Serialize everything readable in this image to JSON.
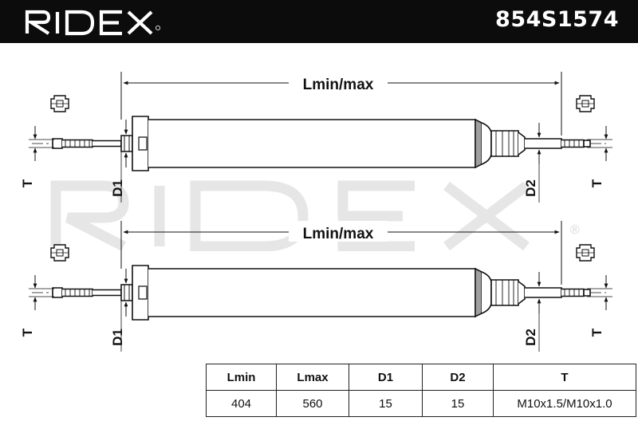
{
  "brand": {
    "logo_text": "RIDEX"
  },
  "header": {
    "part_number": "854S1574"
  },
  "drawing": {
    "dimension_length": "Lmin/max",
    "label_d1": "D1",
    "label_d2": "D2",
    "label_t": "T"
  },
  "watermark": {
    "text": "RIDEX",
    "mark": "®"
  },
  "spec_table": {
    "headers": [
      "Lmin",
      "Lmax",
      "D1",
      "D2",
      "T"
    ],
    "values": [
      "404",
      "560",
      "15",
      "15",
      "M10x1.5/M10x1.0"
    ]
  },
  "colors": {
    "header_bg": "#0c0c0c",
    "line": "#111111",
    "watermark": "#e6e6e6"
  }
}
